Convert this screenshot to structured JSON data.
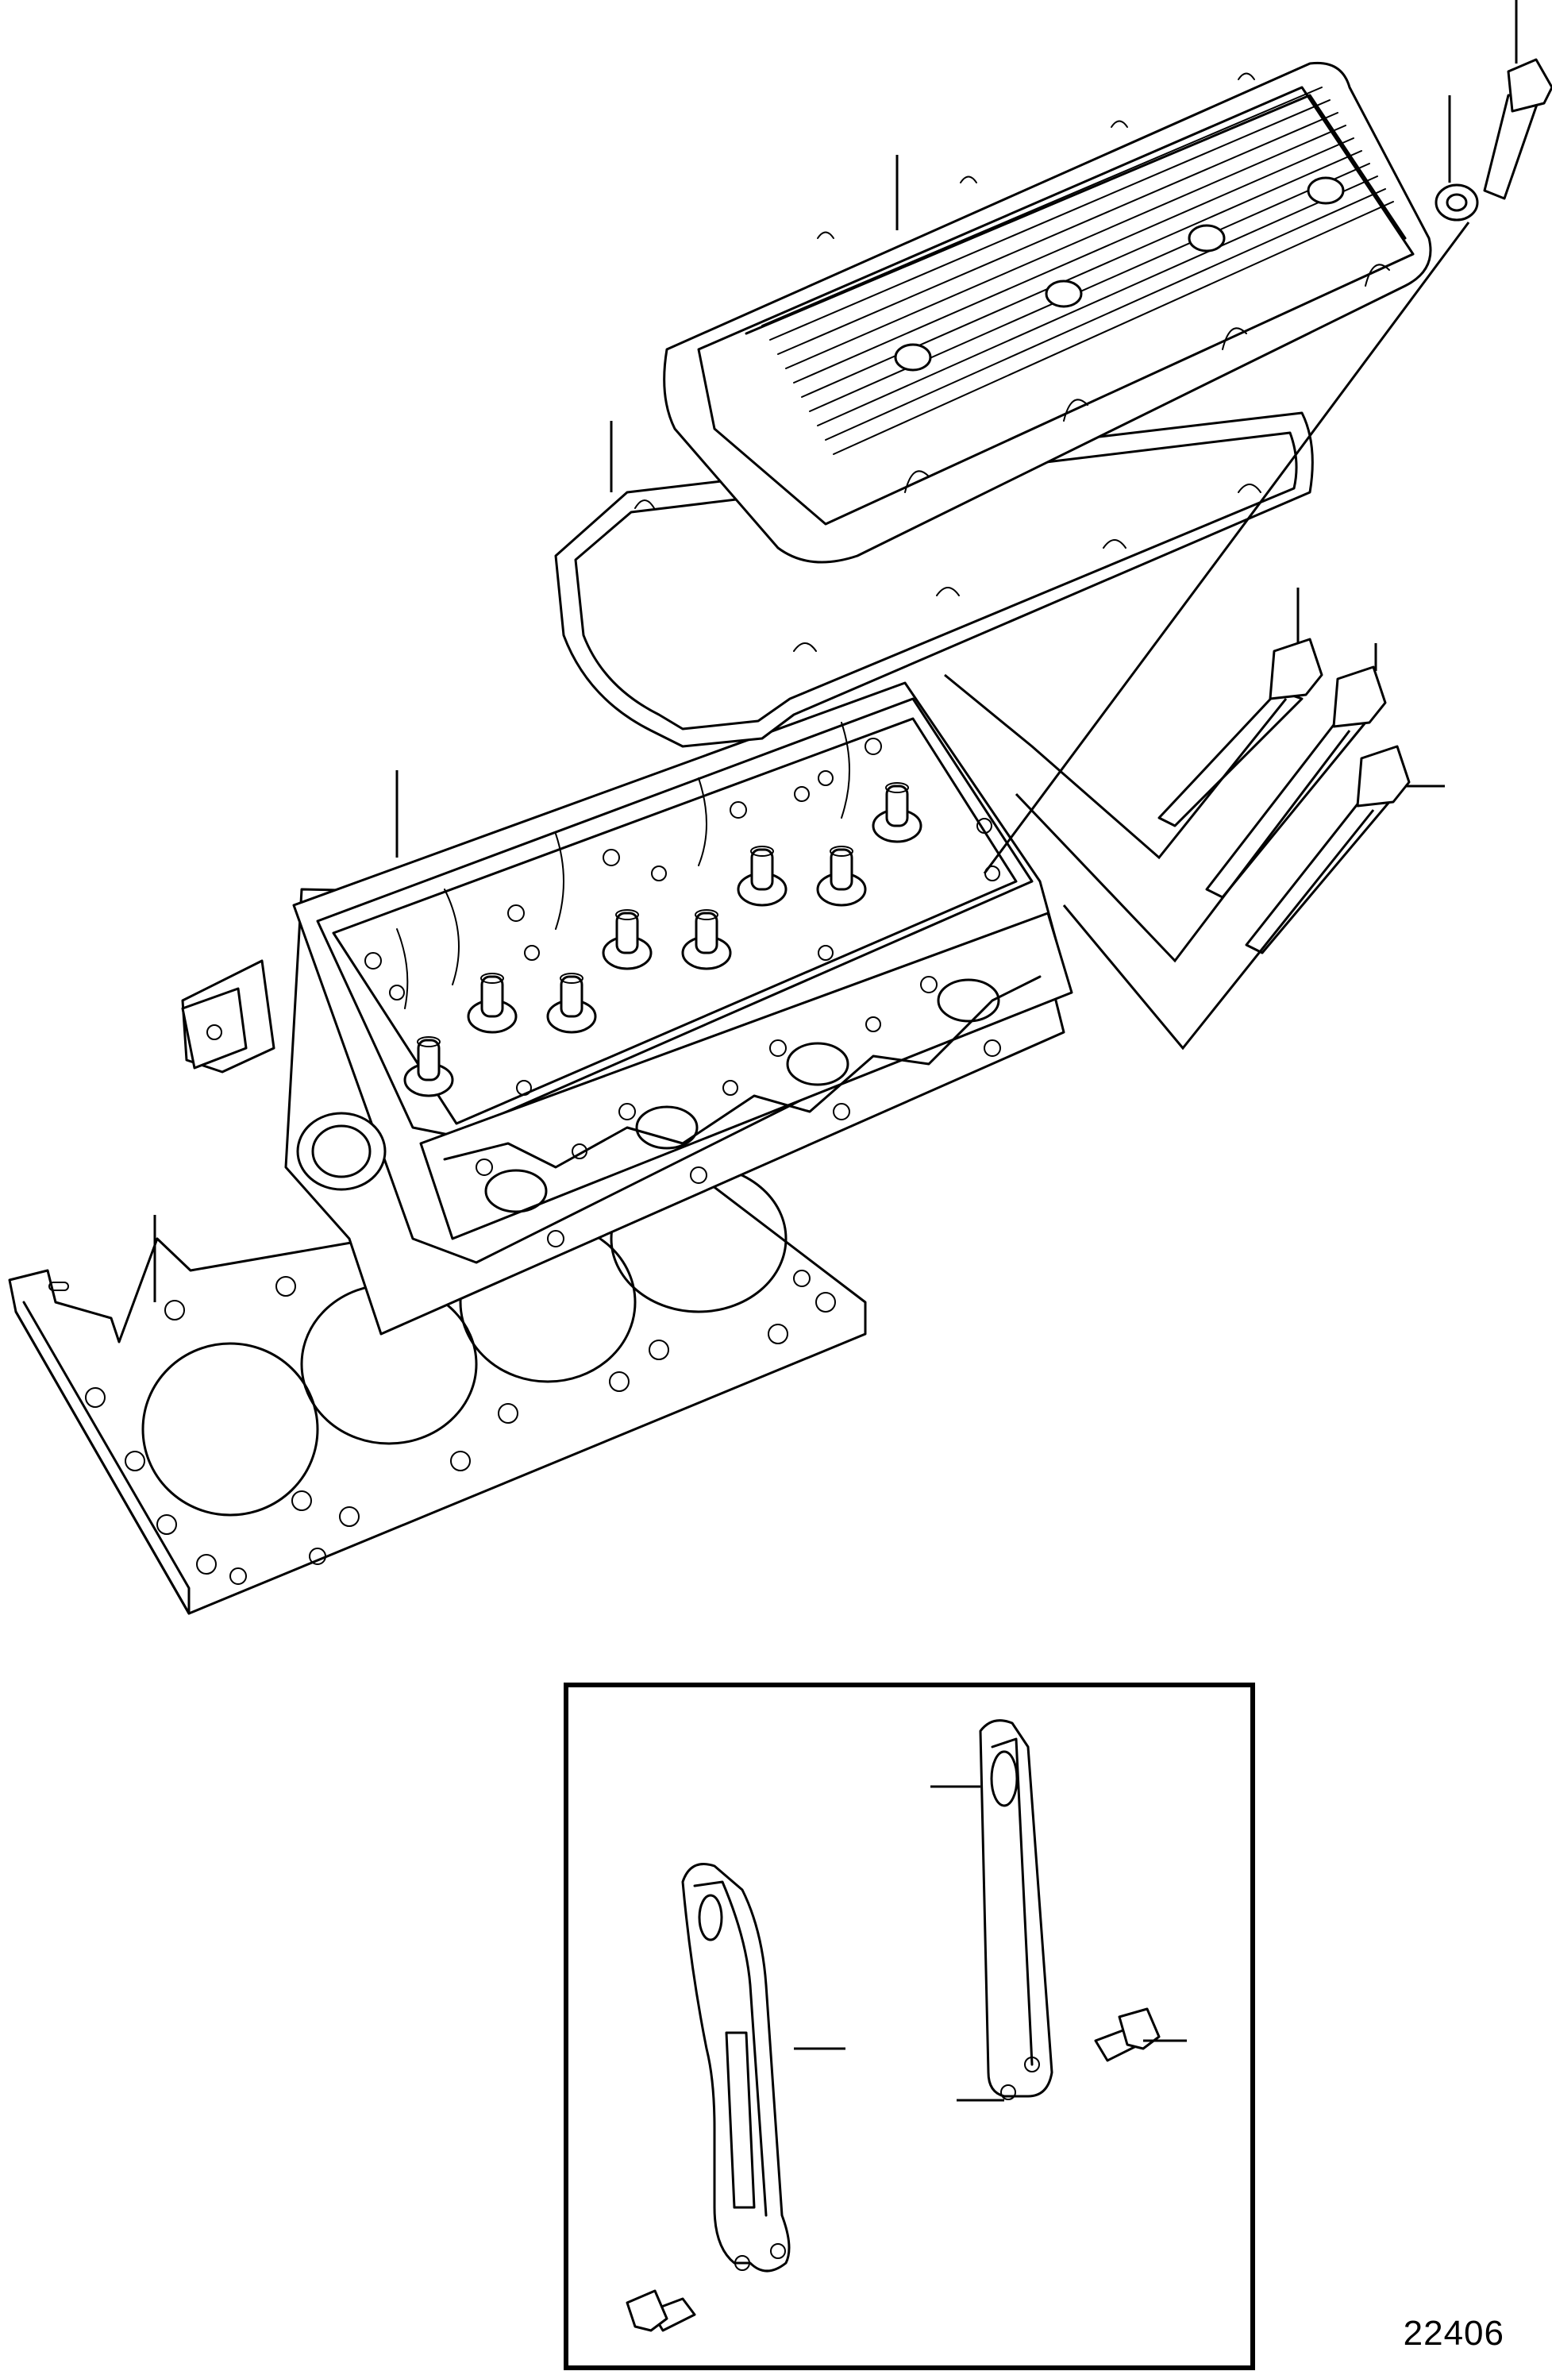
{
  "figure_number": "22406",
  "parts": [
    {
      "name": "valve-cover",
      "icon": "valve-cover-icon"
    },
    {
      "name": "valve-cover-gasket",
      "icon": "gasket-icon"
    },
    {
      "name": "cylinder-head",
      "icon": "cylinder-head-icon"
    },
    {
      "name": "head-gasket",
      "icon": "head-gasket-icon"
    },
    {
      "name": "head-bolts",
      "icon": "bolt-icon"
    },
    {
      "name": "cover-bolt",
      "icon": "bolt-icon"
    },
    {
      "name": "cover-grommet",
      "icon": "grommet-icon"
    },
    {
      "name": "lifting-bracket-straight",
      "icon": "bracket-icon"
    },
    {
      "name": "lifting-bracket-offset",
      "icon": "bracket-icon"
    }
  ]
}
